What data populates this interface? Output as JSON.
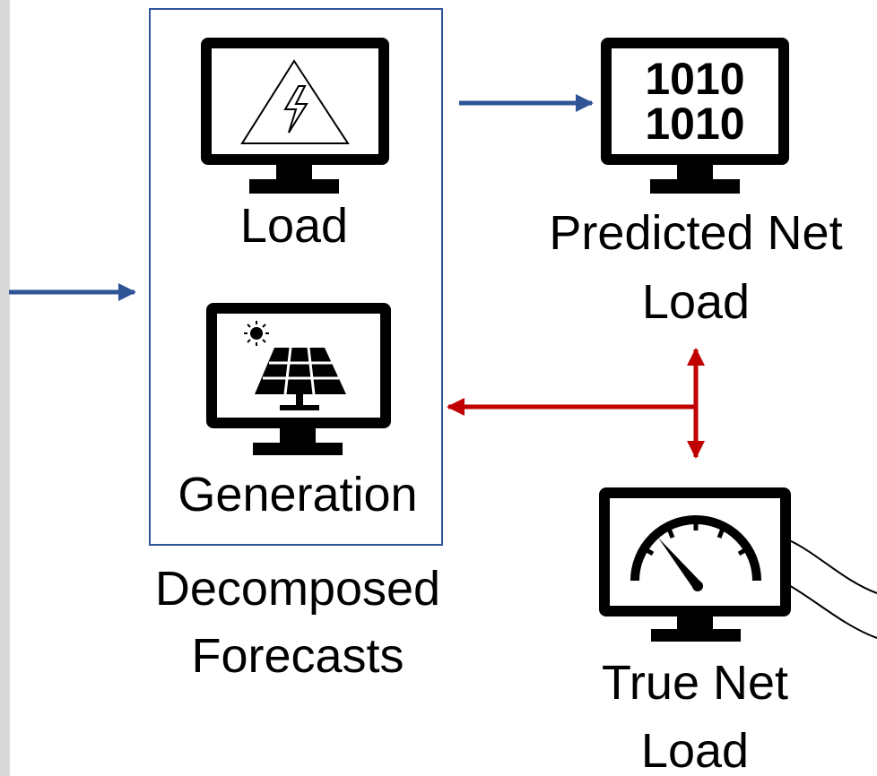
{
  "nodes": {
    "load": {
      "label": "Load",
      "icon": "lightning-warning-icon"
    },
    "generation": {
      "label": "Generation",
      "icon": "solar-panel-icon"
    },
    "predicted_net_load": {
      "label_line1": "Predicted Net",
      "label_line2": "Load",
      "icon": "binary-1010-icon",
      "binary_line1": "1010",
      "binary_line2": "1010"
    },
    "true_net_load": {
      "label_line1": "True Net",
      "label_line2": "Load",
      "icon": "gauge-icon"
    }
  },
  "group": {
    "label_line1": "Decomposed",
    "label_line2": "Forecasts"
  },
  "colors": {
    "blue_arrow": "#2f5597",
    "red_arrow": "#c00000",
    "group_border": "#2f5597",
    "left_strip": "#d9d9d9",
    "icon": "#000000"
  }
}
